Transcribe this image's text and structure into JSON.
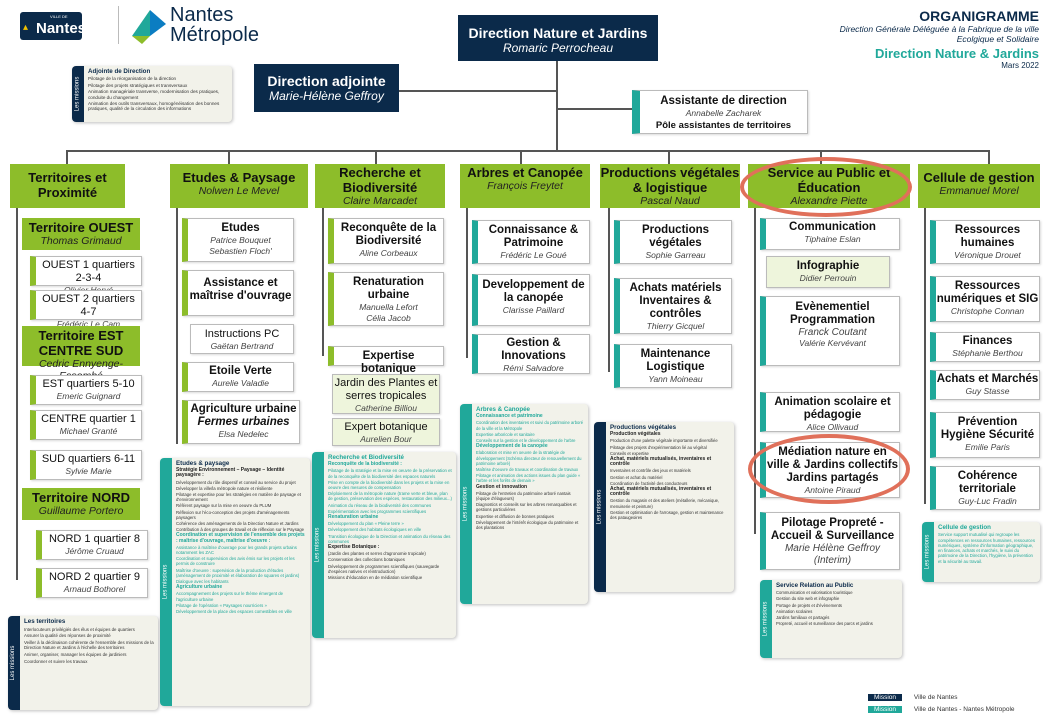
{
  "header": {
    "logo_nantes": "Nantes",
    "logo_ville": "VILLE DE",
    "logo_metropole_line1": "Nantes",
    "logo_metropole_line2": "Métropole",
    "title": "ORGANIGRAMME",
    "subtitle": "Direction Générale Déléguée à la Fabrique de la ville Ecolgique et Solidaire",
    "direction": "Direction Nature & Jardins",
    "date": "Mars 2022"
  },
  "top": {
    "direction_title": "Direction Nature et Jardins",
    "direction_name": "Romaric Perrocheau",
    "adjointe_title": "Direction adjointe",
    "adjointe_name": "Marie-Hélène Geffroy",
    "assistante_title": "Assistante de direction",
    "assistante_name": "Annabelle Zacharek",
    "assistante_pole": "Pôle assistantes de territoires"
  },
  "mission_adjointe": {
    "side": "Les missions",
    "title": "Adjointe de Direction",
    "items": [
      "Pilotage de la réorganisation de la direction",
      "Pilotage des projets stratégiques et transversaux",
      "Animation managériale transverse, modernisation des pratiques, conduite du changement",
      "Animation des outils transversaux, homogénéisation des bonnes pratiques, qualité de la circulation des informations"
    ]
  },
  "columns": {
    "territoires": {
      "title": "Territoires et Proximité"
    },
    "etudes": {
      "title": "Etudes & Paysage",
      "name": "Nolwen Le Mevel"
    },
    "recherche": {
      "title": "Recherche et Biodiversité",
      "name": "Claire Marcadet"
    },
    "arbres": {
      "title": "Arbres et Canopée",
      "name": "François Freytet"
    },
    "productions": {
      "title": "Productions végétales & logistique",
      "name": "Pascal Naud"
    },
    "service": {
      "title": "Service au Public et Éducation",
      "name": "Alexandre Piette"
    },
    "cellule": {
      "title": "Cellule de gestion",
      "name": "Emmanuel Morel"
    }
  },
  "territoires": {
    "ouest_title": "Territoire OUEST",
    "ouest_name": "Thomas Grimaud",
    "ouest1": "OUEST 1  quartiers 2-3-4",
    "ouest1_name": "Olivier Hervé",
    "ouest2": "OUEST 2  quartiers 4-7",
    "ouest2_name": "Frédéric Le Cam",
    "est_title": "Territoire EST CENTRE SUD",
    "est_name": "Cedric Ennyenge-Essombé",
    "est": "EST  quartiers 5-10",
    "est_person": "Emeric Guignard",
    "centre": "CENTRE  quartier 1",
    "centre_person": "Michael Granté",
    "sud": "SUD  quartiers 6-11",
    "sud_person": "Sylvie Marie",
    "nord_title": "Territoire NORD",
    "nord_name": "Guillaume Portero",
    "nord1": "NORD 1  quartier 8",
    "nord1_name": "Jérôme Cruaud",
    "nord2": "NORD 2  quartier 9",
    "nord2_name": "Arnaud Bothorel"
  },
  "etudes": {
    "etudes_title": "Etudes",
    "etudes_name1": "Patrice Bouquet",
    "etudes_name2": "Sebastien Floch'",
    "assistance_title": "Assistance et maîtrise d'ouvrage",
    "instructions_title": "Instructions PC",
    "instructions_name": "Gaëtan Bertrand",
    "etoile_title": "Etoile Verte",
    "etoile_name": "Aurelie Valadie",
    "agri_title": "Agriculture urbaine",
    "agri_title2": "Fermes urbaines",
    "agri_name": "Elsa Nedelec"
  },
  "recherche": {
    "recon_title": "Reconquête de la Biodiversité",
    "recon_name": "Aline Corbeaux",
    "renat_title": "Renaturation urbaine",
    "renat_name1": "Manuella Lefort",
    "renat_name2": "Célia Jacob",
    "expertise_title": "Expertise botanique",
    "jardin_title": "Jardin des Plantes et serres tropicales",
    "jardin_name": "Catherine Billiou",
    "expert_title": "Expert botanique",
    "expert_name": "Aurelien Bour"
  },
  "arbres": {
    "conn_title": "Connaissance & Patrimoine",
    "conn_name": "Frédéric Le Goué",
    "dev_title": "Developpement de la canopée",
    "dev_name": "Clarisse Paillard",
    "gest_title": "Gestion & Innovations",
    "gest_name": "Rémi Salvadore"
  },
  "productions": {
    "prod_title": "Productions végétales",
    "prod_name": "Sophie Garreau",
    "achats_title": "Achats matériels Inventaires & contrôles",
    "achats_name": "Thierry Gicquel",
    "maint_title": "Maintenance Logistique",
    "maint_name": "Yann Moineau"
  },
  "service": {
    "comm_title": "Communication",
    "comm_name": "Tiphaine Eslan",
    "info_title": "Infographie",
    "info_name": "Didier Perrouin",
    "event_title": "Evènementiel Programmation",
    "event_name": "Franck Coutant",
    "event_name2": "Valérie Kervévant",
    "anim_title": "Animation scolaire et pédagogie",
    "anim_name": "Alice Ollivaud",
    "med_title": "Médiation nature en ville & Jardins collectifs Jardins partagés",
    "med_name": "Antoine Piraud",
    "pil_title": "Pilotage Propreté - Accueil & Surveillance",
    "pil_name": "Marie Hélène Geffroy (Interim)"
  },
  "cellule": {
    "rh_title": "Ressources humaines",
    "rh_name": "Véronique Drouet",
    "rn_title": "Ressources numériques et SIG",
    "rn_name": "Christophe Connan",
    "fin_title": "Finances",
    "fin_name": "Stéphanie Berthou",
    "ach_title": "Achats et Marchés",
    "ach_name": "Guy Stasse",
    "prev_title": "Prévention Hygiène Sécurité",
    "prev_name": "Emilie Paris",
    "coh_title": "Cohérence territoriale",
    "coh_name": "Guy-Luc Fradin"
  },
  "missions": {
    "side": "Les missions",
    "territoires_title": "Les territoires",
    "territoires_items": [
      "Interlocuteurs privilégiés des élus et équipes de quartiers",
      "Assurer la qualité des réponses de proximité",
      "Veiller à la déclinaison cohérente de l'ensemble des missions de la Direction Nature et Jardins à l'échelle des territoires",
      "Animer, organiser, manager les équipes de jardiniers",
      "Coordonner et suivre les travaux"
    ],
    "etudes_title": "Etudes & paysage",
    "etudes_h1": "Stratégie Environnement – Paysage – Identité paysagère :",
    "etudes_items1": [
      "Développement du rôle dispersif et conseil au service du projet",
      "Développer la ville/la métropole nature et résiliente",
      "Pilotage et expertise pour les stratégies en matière de paysage et d'environnement",
      "Référent paysage sur la mise en oeuvre du PLUM",
      "Réflexion sur l'éco-conception des projets d'aménagements paysagers",
      "Cohérence des aménagements de la Direction Nature et Jardins",
      "Contribution à des groupes de travail et de réflexion sur le Paysage"
    ],
    "etudes_h2": "Coordination et supervision de l'ensemble des projets : maîtrise d'ouvrage, maîtrise d'oeuvre :",
    "etudes_items2": [
      "Assistance à maîtrise d'ouvrage pour les grands projets urbains notamment les ZAC",
      "Coordination et supervision des avis émis sur les projets et les permis de construire",
      "Maîtrise d'oeuvre : supervision de la production d'études (aménagement de proximité et élaboration de squares et jardins)",
      "Dialogue avec les habitants"
    ],
    "etudes_h3": "Agriculture urbaine",
    "etudes_items3": [
      "Accompagnement des projets sur le thème émergent de l'agriculture urbaine",
      "Pilotage de l'opération « Paysages nourriciers »",
      "Développement de la place des espaces comestibles en ville"
    ],
    "recherche_title": "Recherche et Biodiversité",
    "recherche_h1": "Reconquête de la biodiversité :",
    "recherche_items1": [
      "Pilotage de la stratégie et la mise en oeuvre de la préservation et de la reconquête de la biodiversité des espaces naturels",
      "Prise en compte de la biodiversité dans les projets et la mise en oeuvre des mesures de compensation",
      "Déploiement de la métropole nature (trame verte et bleue, plan de gestion, préservation des espèces, restauration des milieux...)",
      "Animation du réseau de la biodiversité des communes",
      "Expérimentation avec les programmes scientifiques"
    ],
    "recherche_h2": "Renaturation urbaine",
    "recherche_items2": [
      "Développement du plan « Pleine terre »",
      "Développement des habitats écologiques en ville",
      "Transition écologique de la Direction et animation du réseau des communes"
    ],
    "recherche_h3": "Expertise Botanique :",
    "recherche_items3": [
      "(Jardin des plantes et serres d'agronomie tropicale)",
      "Conservation des collections botaniques",
      "Développement de programmes scientifiques (sauvegarde d'espèces natives et réintroduction)",
      "Missions d'éducation en de médiation scientifique"
    ],
    "arbres_title": "Arbres & Canopée",
    "arbres_h1": "Connaissance et patrimoine",
    "arbres_items1": [
      "Coordination des inventaires et suivi du patrimoine arboré de la ville et la Métropole",
      "Expertise arboricole et sanitaire",
      "Conseils sur la gestion et le développement de l'arbre"
    ],
    "arbres_h2": "Développement de la canopée",
    "arbres_items2": [
      "Elaboration et mise en oeuvre de la stratégie de développement (Schéma directeur de renouvellement du patrimoine arboré)",
      "Maîtrise d'oeuvre de travaux et coordination de travaux",
      "Pilotage et animation des actions issues du plan guide « l'arbre et les forêts de demain »"
    ],
    "arbres_h3": "Gestion et innovation",
    "arbres_items3": [
      "Pilotage de l'entretien du patrimoine arboré nantais (équipe d'élagueurs)",
      "Diagnostics et conseils sur les arbres remarquables et gestions particulières",
      "Expertise et diffusion de bonnes pratiques",
      "Développement de l'intérêt écologique du patrimoine et des plantations"
    ],
    "prod_title": "Productions végétales",
    "prod_h1": "Production végétales",
    "prod_items1": [
      "Production d'une palette végétale importante et diversifiée",
      "Pilotage des projets d'expérimentation lié au végétal",
      "Conseils et expertise"
    ],
    "prod_h2": "Achat, matériels mutualisés, inventaires et contrôle",
    "prod_items2": [
      "Inventaires et contrôle des jeux et matériels",
      "Gestion et achat du matériel",
      "Coordination de l'activité des conducteurs"
    ],
    "prod_h3": "Achat, matériels mutualisés, inventaires et contrôle",
    "prod_items3": [
      "Gestion du magasin et des ateliers (métallerie, mécanique, menuiserie et peinture)",
      "Gestion et optimisation de l'arrosage, gestion et maintenance des pataugeoires"
    ],
    "srp_title": "Service Relation au Public",
    "srp_items": [
      "Communication et valorisation touristique",
      "Gestion du site web et infographie",
      "Portage de projets et d'évènements",
      "Animation scolaires",
      "Jardins familiaux et partagés",
      "Propreté, accueil et surveillance des parcs et jardins"
    ],
    "cg_title": "Cellule de gestion",
    "cg_text": "Service support mutualisé qui regroupe les compétences en ressources humaines, ressources numériques, système d'information géographique, en finances, achats et marchés, le suivi du patrimoine de la Direction, l'hygiène, la prévention et la sécurité au travail."
  },
  "legend": {
    "badge": "Mission",
    "ville": "Ville de Nantes",
    "metro": "Ville de Nantes - Nantes Métropole"
  },
  "colors": {
    "navy": "#0b2a4a",
    "green": "#8dbd2a",
    "teal": "#20a89a",
    "highlight": "#e0705a"
  }
}
